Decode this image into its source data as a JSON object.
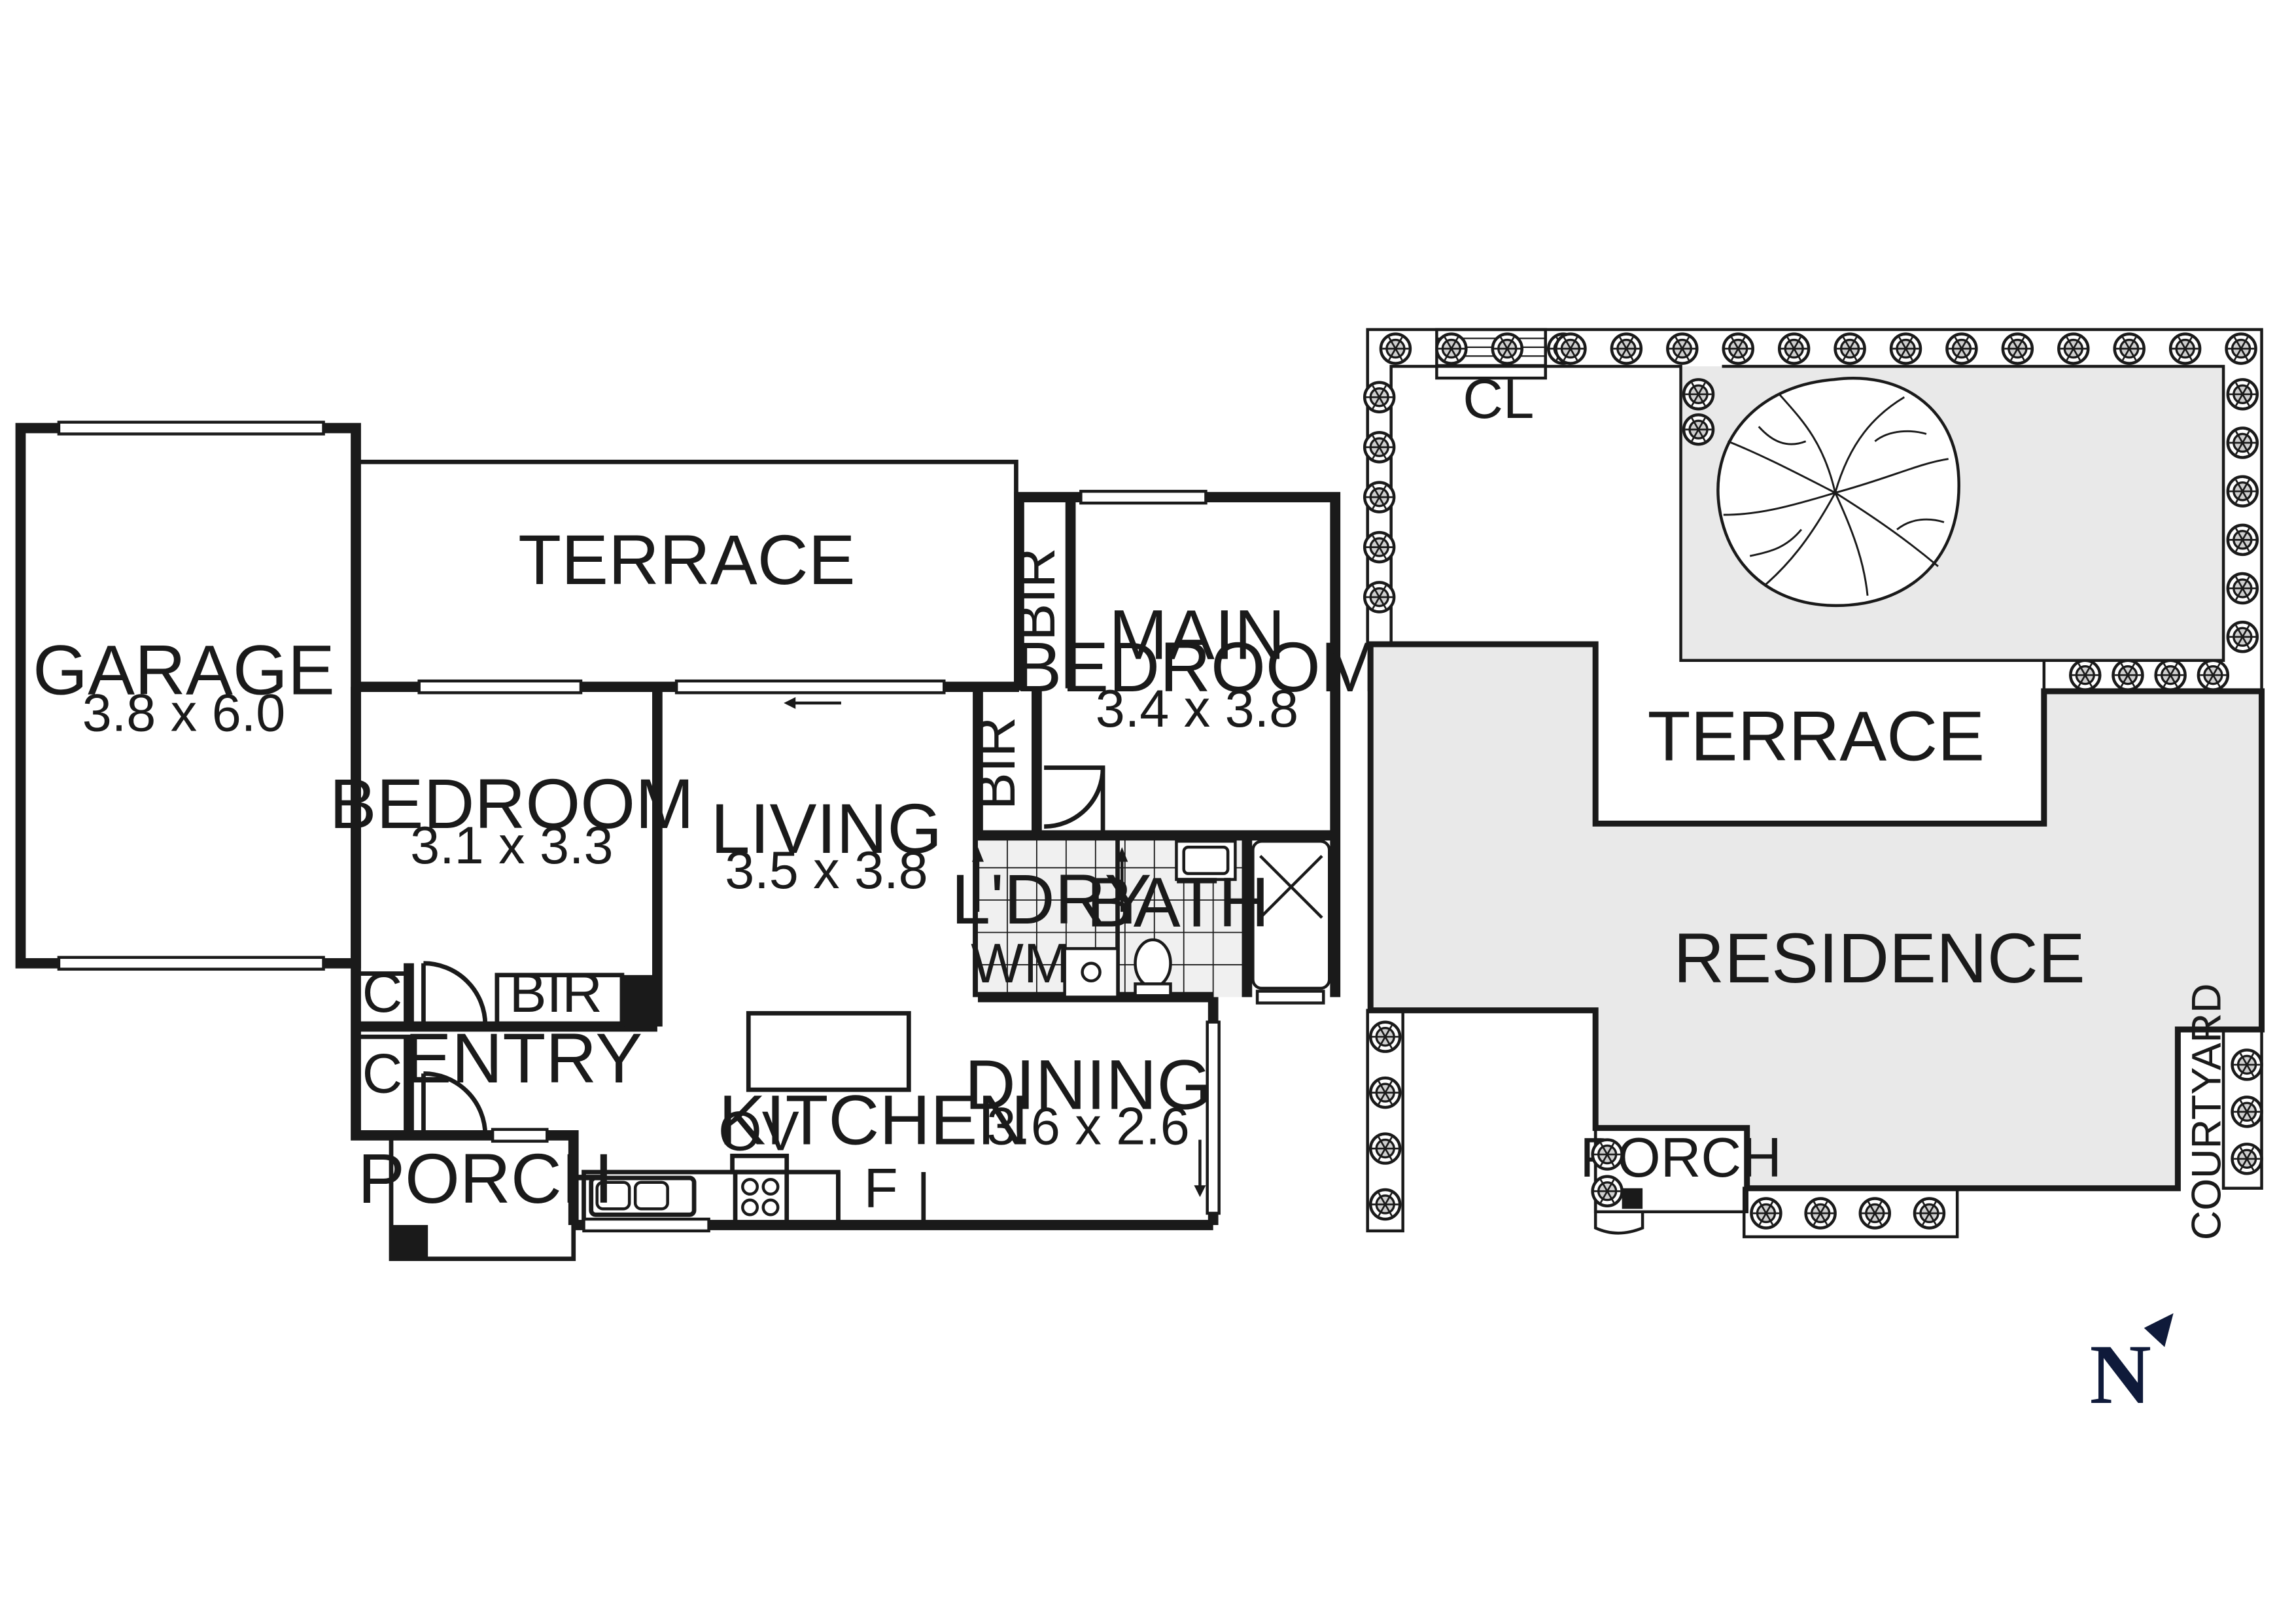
{
  "floor_plan": {
    "garage": {
      "name": "GARAGE",
      "dims": "3.8 x 6.0"
    },
    "terrace": {
      "name": "TERRACE"
    },
    "main_bedroom": {
      "name_line1": "MAIN",
      "name_line2": "BEDROOM",
      "dims": "3.4 x 3.8"
    },
    "bir_main_top": "BIR",
    "bir_main_side": "BIR",
    "bedroom": {
      "name": "BEDROOM",
      "dims": "3.1 x 3.3"
    },
    "living": {
      "name": "LIVING",
      "dims": "3.5 x 3.8"
    },
    "laundry": "L'DRY",
    "bath": "BATH",
    "wm": "WM",
    "cupboard_upper": "C",
    "cupboard_lower": "C",
    "bir_bedroom": "BIR",
    "entry": "ENTRY",
    "porch": "PORCH",
    "oven": "OV",
    "kitchen": "KITCHEN",
    "fridge": "F",
    "dining": {
      "name": "DINING",
      "dims": "3.6 x 2.6"
    }
  },
  "site_plan": {
    "clothesline": "CL",
    "terrace": "TERRACE",
    "residence": "RESIDENCE",
    "porch": "PORCH",
    "courtyard": "COURTYARD"
  },
  "compass": {
    "label": "N",
    "icon": "north-arrow-icon"
  },
  "colors": {
    "line": "#1a1a1a",
    "shaded_area": "#e9e9e9",
    "compass": "#0f1a3a"
  }
}
